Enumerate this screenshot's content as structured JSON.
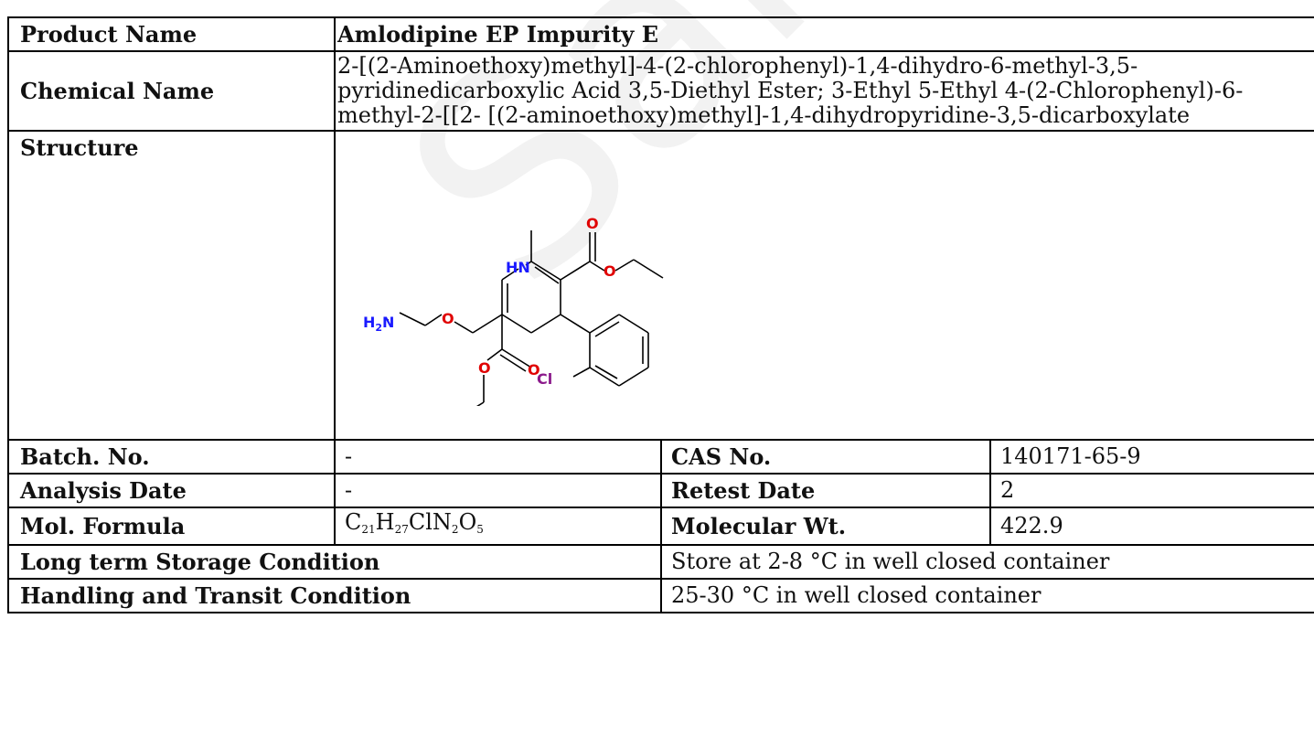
{
  "watermark": "Sample COA",
  "rows": {
    "product_name": {
      "label": "Product Name",
      "value": "Amlodipine EP Impurity E"
    },
    "chemical_name": {
      "label": "Chemical Name",
      "value": "2-[(2-Aminoethoxy)methyl]-4-(2-chlorophenyl)-1,4-dihydro-6-methyl-3,5-pyridinedicarboxylic Acid 3,5-Diethyl Ester; 3-Ethyl 5-Ethyl 4-(2-Chlorophenyl)-6-methyl-2-[[2- [(2-aminoethoxy)methyl]-1,4-dihydropyridine-3,5-dicarboxylate"
    },
    "structure": {
      "label": "Structure",
      "atoms": {
        "o1": "O",
        "o2": "O",
        "hn": "HN",
        "nh2": "H",
        "nh2_sub": "2",
        "nh2_n": "N",
        "o3": "O",
        "o4": "O",
        "o5": "O",
        "cl": "Cl"
      },
      "colors": {
        "oxygen": "#e00000",
        "nitrogen": "#1a1aff",
        "chlorine": "#8b1a8b",
        "bond": "#000000"
      }
    },
    "batch": {
      "label": "Batch. No.",
      "value": "-",
      "label2": "CAS No.",
      "value2": "140171-65-9"
    },
    "analysis": {
      "label": "Analysis Date",
      "value": "-",
      "label2": "Retest Date",
      "value2": "2"
    },
    "formula": {
      "label": "Mol. Formula",
      "f": [
        "C",
        "21",
        "H",
        "27",
        "ClN",
        "2",
        "O",
        "5"
      ],
      "label2": "Molecular Wt.",
      "value2": "422.9"
    },
    "storage": {
      "label": "Long term Storage Condition",
      "value": "Store at 2-8 °C in well closed container"
    },
    "handling": {
      "label": "Handling and Transit Condition",
      "value": "25-30 °C in well closed container"
    }
  }
}
